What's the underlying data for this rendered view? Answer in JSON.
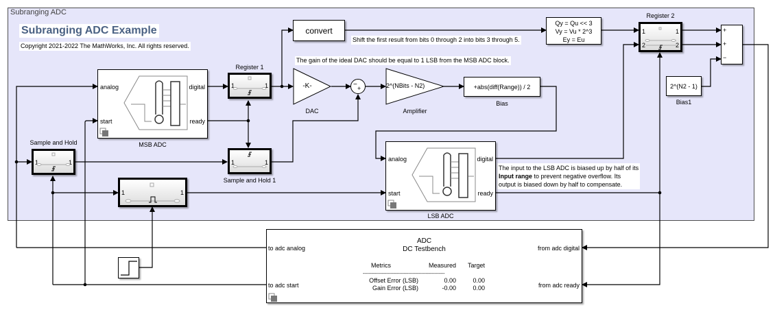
{
  "area": {
    "title": "Subranging ADC"
  },
  "header": {
    "title": "Subranging ADC Example",
    "copyright": "Copyright 2021-2022 The MathWorks, Inc.  All rights reserved."
  },
  "notes": {
    "shift": "Shift the first result from bits 0 through 2 into bits 3 through 5.",
    "dac_gain": "The gain of the ideal DAC should be equal to 1 LSB from the MSB ADC block.",
    "lsb_bias_line1": "The input to the LSB ADC is biased up by half of its",
    "lsb_bias_bold": "Input range",
    "lsb_bias_line2_rest": " to prevent negative overflow.  Its",
    "lsb_bias_line3": "output is biased down by half to compensate."
  },
  "blocks": {
    "msb_adc": {
      "name": "MSB ADC",
      "in1": "analog",
      "in2": "start",
      "out1": "digital",
      "out2": "ready"
    },
    "lsb_adc": {
      "name": "LSB ADC",
      "in1": "analog",
      "in2": "start",
      "out1": "digital",
      "out2": "ready"
    },
    "register1": {
      "name": "Register 1",
      "in": "1",
      "out": "1"
    },
    "register2": {
      "name": "Register 2",
      "in1": "1",
      "in2": "2",
      "out1": "1",
      "out2": "2"
    },
    "sample_hold": {
      "name": "Sample and Hold",
      "in": "1",
      "out": "1"
    },
    "sample_hold1": {
      "name": "Sample and Hold 1",
      "in": "1",
      "out": "1"
    },
    "pulse_delay": {
      "in": "1",
      "out": "1"
    },
    "convert": {
      "label": "convert"
    },
    "dac": {
      "name": "DAC",
      "gain": "-K-"
    },
    "sum1": {
      "sign_top": "−",
      "sign_bottom": "+"
    },
    "amplifier": {
      "name": "Amplifier",
      "gain": "2^(NBits - N2)"
    },
    "bias": {
      "name": "Bias",
      "expr": "+abs(diff(Range)) / 2"
    },
    "shift": {
      "line1": "Qy = Qu << 3",
      "line2": "Vy = Vu * 2^3",
      "line3": "Ey = Eu"
    },
    "bias1": {
      "name": "Bias1",
      "expr": "2^(N2 - 1)"
    },
    "sum2": {
      "signs": [
        "+",
        "+",
        "−"
      ]
    },
    "testbench": {
      "title1": "ADC",
      "title2": "DC Testbench",
      "in_analog": "to adc analog",
      "in_start": "to adc start",
      "out_digital": "from adc digital",
      "out_ready": "from adc ready",
      "headers": [
        "Metrics",
        "Measured",
        "Target"
      ],
      "divider": "--------------------------------------------------------",
      "rows": [
        {
          "metric": "Offset Error (LSB)",
          "measured": "0.00",
          "target": "0.00"
        },
        {
          "metric": "Gain Error (LSB)",
          "measured": "-0.00",
          "target": "0.00"
        }
      ]
    }
  },
  "icons": {
    "step": "step-icon",
    "thermometer": "adc-thermometer-icon",
    "edge": "rising-edge-icon",
    "pulse": "pulse-icon",
    "subsystem": "subsystem-link-icon"
  },
  "colors": {
    "area_bg": "#e6e6fa",
    "title": "#4a6183",
    "wire": "#000000"
  }
}
